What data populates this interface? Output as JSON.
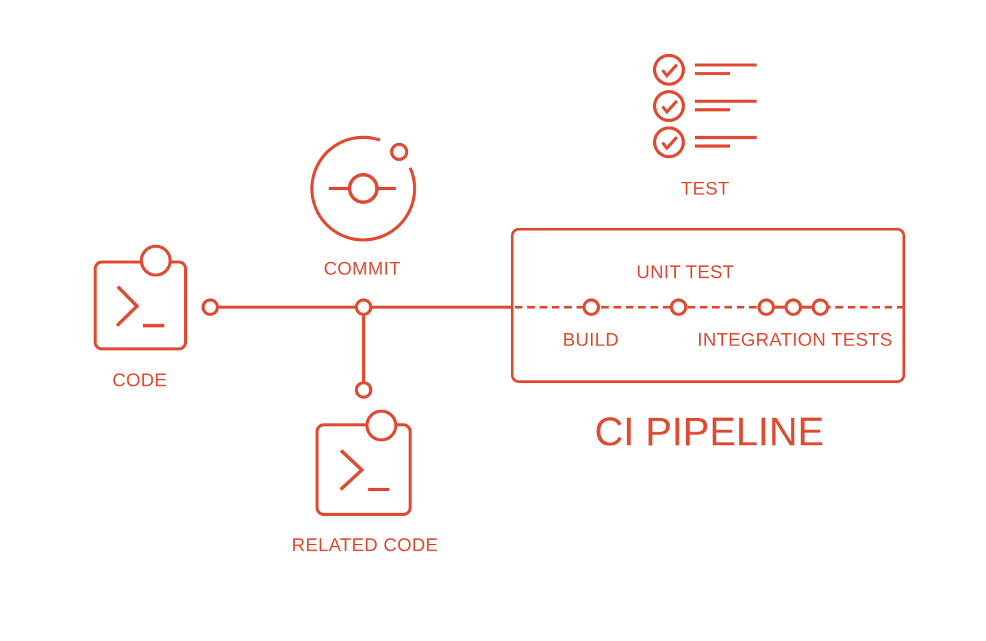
{
  "theme": {
    "accent": "#E04B32",
    "background": "#FFFFFF"
  },
  "diagram": {
    "title": "CI PIPELINE",
    "labels": {
      "code": "CODE",
      "commit": "COMMIT",
      "related_code": "RELATED CODE",
      "test": "TEST"
    },
    "pipeline_stages": {
      "build": "BUILD",
      "unit_test": "UNIT TEST",
      "integration_tests": "INTEGRATION TESTS"
    },
    "icons": {
      "code": "terminal-window-icon",
      "related_code": "terminal-window-icon",
      "commit": "git-commit-icon",
      "test": "checklist-icon"
    },
    "pipeline_node_count": 5,
    "checklist_item_count": 3
  }
}
